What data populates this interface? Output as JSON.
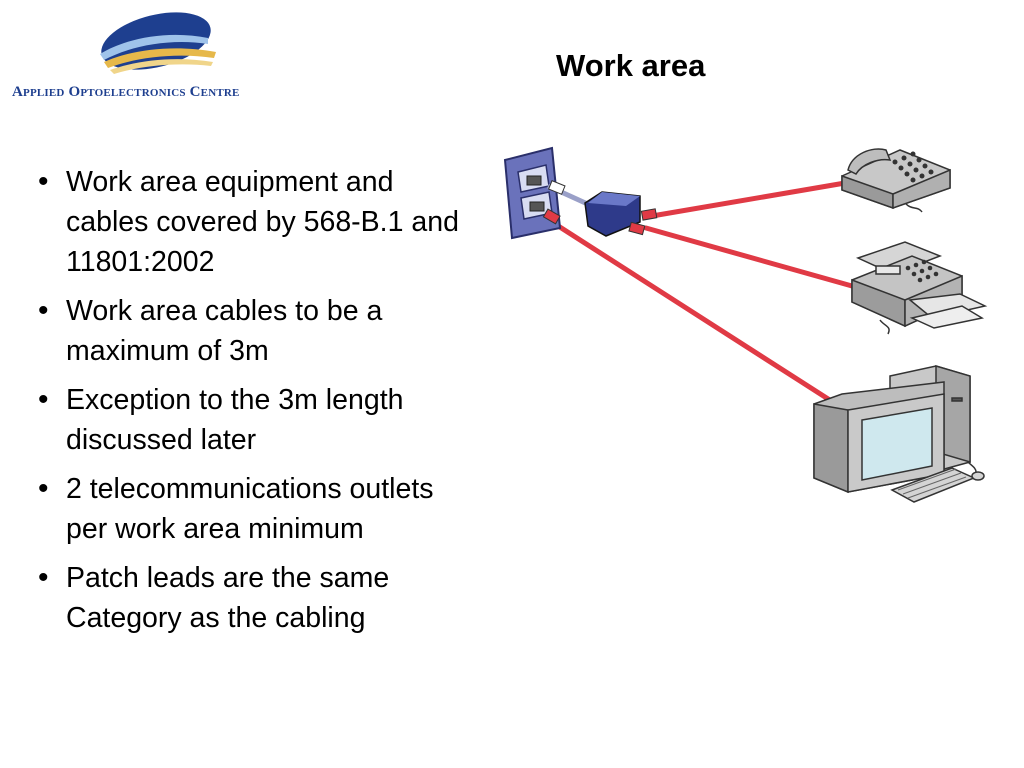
{
  "logo": {
    "text": "Applied Optoelectronics Centre",
    "colors": {
      "navy": "#1e3f8f",
      "blue": "#2f6fc0",
      "gold": "#e6b84a"
    }
  },
  "slide": {
    "title": "Work area",
    "bullets": [
      "Work area equipment and cables covered by 568-B.1 and 11801:2002",
      "Work area cables to be a maximum of 3m",
      "Exception to the 3m length discussed later",
      "2 telecommunications outlets per work area minimum",
      "Patch leads are the same Category as the cabling"
    ]
  },
  "diagram": {
    "cable_color": "#e03a45",
    "equipment": [
      "wall-outlet-icon",
      "splitter-adapter-icon",
      "telephone-icon",
      "fax-machine-icon",
      "computer-icon"
    ]
  }
}
